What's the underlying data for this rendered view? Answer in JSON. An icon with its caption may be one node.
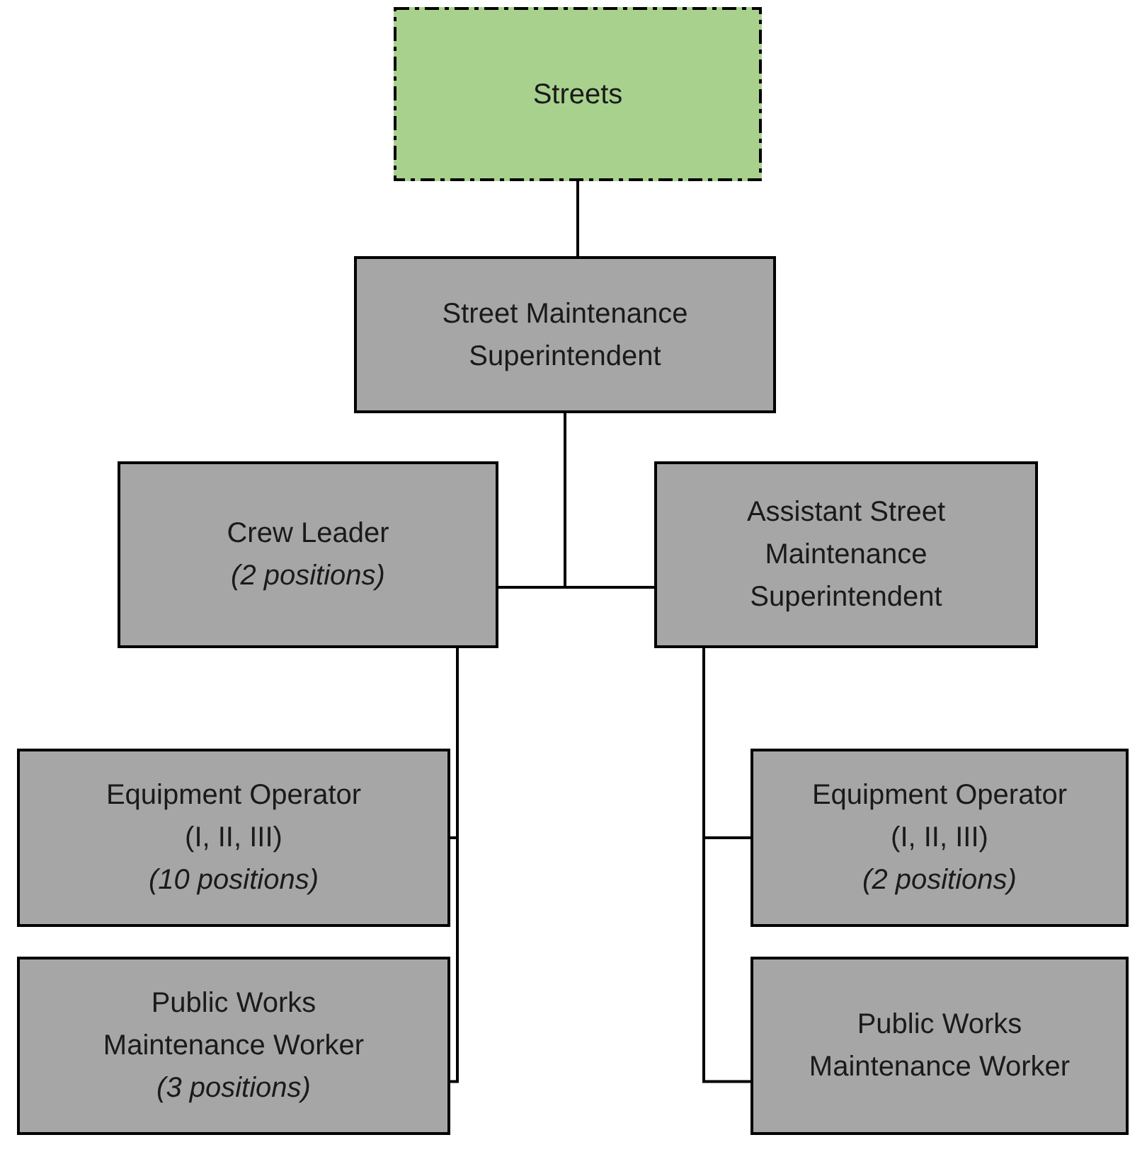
{
  "diagram": {
    "nodes": [
      {
        "text": [
          "Streets"
        ]
      },
      {
        "text": [
          "Street Maintenance Superintendent"
        ]
      },
      {
        "text": [
          "Crew Leader",
          "(2 positions)"
        ]
      },
      {
        "text": [
          "Assistant Street Maintenance Superintendent"
        ]
      },
      {
        "text": [
          "Equipment Operator (I, II, III)",
          "(10 positions)"
        ]
      },
      {
        "text": [
          "Public Works Maintenance Worker",
          "(3 positions)"
        ]
      },
      {
        "text": [
          "Equipment Operator (I, II, III)",
          "(2 positions)"
        ]
      },
      {
        "text": [
          "Public Works Maintenance Worker"
        ]
      }
    ],
    "edges": [
      {
        "from": 0,
        "to": 1,
        "arrow": "none"
      },
      {
        "from": 1,
        "to": 2,
        "arrow": "none"
      },
      {
        "from": 1,
        "to": 3,
        "arrow": "none"
      },
      {
        "from": 2,
        "to": 4,
        "arrow": "none"
      },
      {
        "from": 2,
        "to": 5,
        "arrow": "none"
      },
      {
        "from": 3,
        "to": 6,
        "arrow": "none"
      },
      {
        "from": 3,
        "to": 7,
        "arrow": "none"
      }
    ]
  }
}
